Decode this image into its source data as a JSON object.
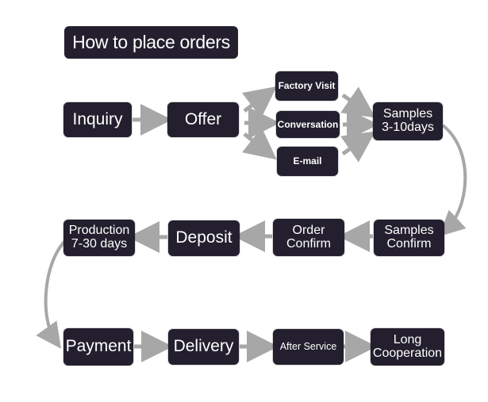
{
  "title": "How to place orders",
  "colors": {
    "node_fill": "#231f2e",
    "node_text": "#ffffff",
    "arrow": "#a7a7a7",
    "background": "#ffffff"
  },
  "steps": {
    "inquiry": "Inquiry",
    "offer": "Offer",
    "factory_visit": "Factory Visit",
    "conversation": "Conversation",
    "email": "E-mail",
    "samples": "Samples\n3-10days",
    "samples_confirm": "Samples\nConfirm",
    "order_confirm": "Order\nConfirm",
    "deposit": "Deposit",
    "production": "Production\n7-30 days",
    "payment": "Payment",
    "delivery": "Delivery",
    "after_service": "After Service",
    "long_cooperation": "Long\nCooperation"
  }
}
